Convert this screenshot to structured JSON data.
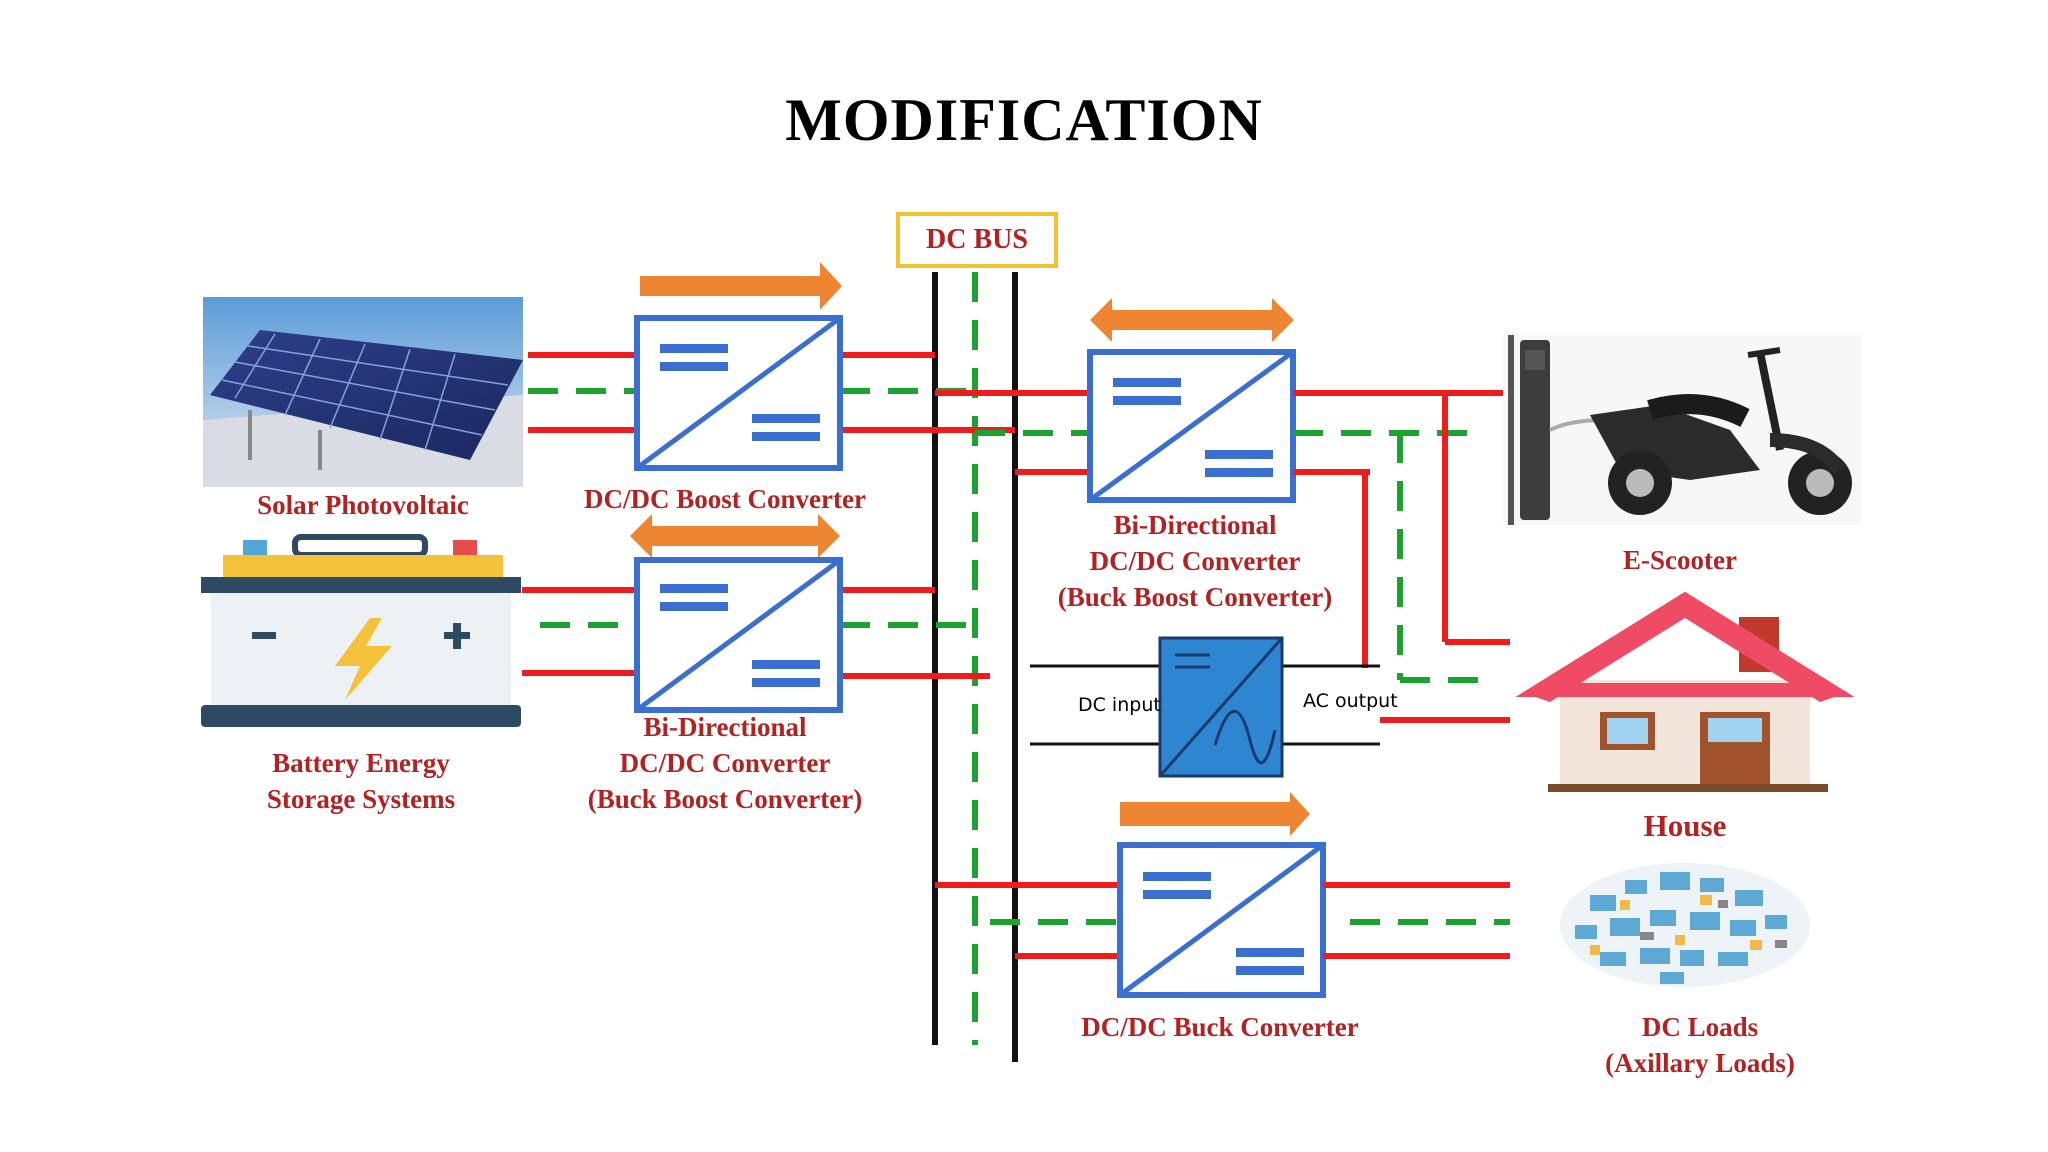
{
  "title": "MODIFICATION",
  "dc_bus_label": "DC BUS",
  "sources": {
    "solar": "Solar Photovoltaic",
    "battery": [
      "Battery Energy",
      "Storage Systems"
    ]
  },
  "converters": {
    "boost": "DC/DC Boost Converter",
    "bidir_battery": [
      "Bi-Directional",
      "DC/DC Converter",
      "(Buck Boost Converter)"
    ],
    "bidir_scooter": [
      "Bi-Directional",
      "DC/DC Converter",
      "(Buck Boost Converter)"
    ],
    "buck": "DC/DC Buck  Converter",
    "inverter": {
      "input": "DC input",
      "output": "AC output"
    }
  },
  "loads": {
    "scooter": "E-Scooter",
    "house": "House",
    "dc_loads": [
      "DC Loads",
      "(Axillary Loads)"
    ]
  },
  "colors": {
    "positive_line": "#ee1c1c",
    "neutral_line": "#1aa32e",
    "bus_line": "#111111",
    "converter_border": "#3a6fd0",
    "arrow": "#ee8533",
    "label": "#b22222",
    "dc_bus_box": "#f2c230",
    "house_roof": "#ef4b64"
  }
}
